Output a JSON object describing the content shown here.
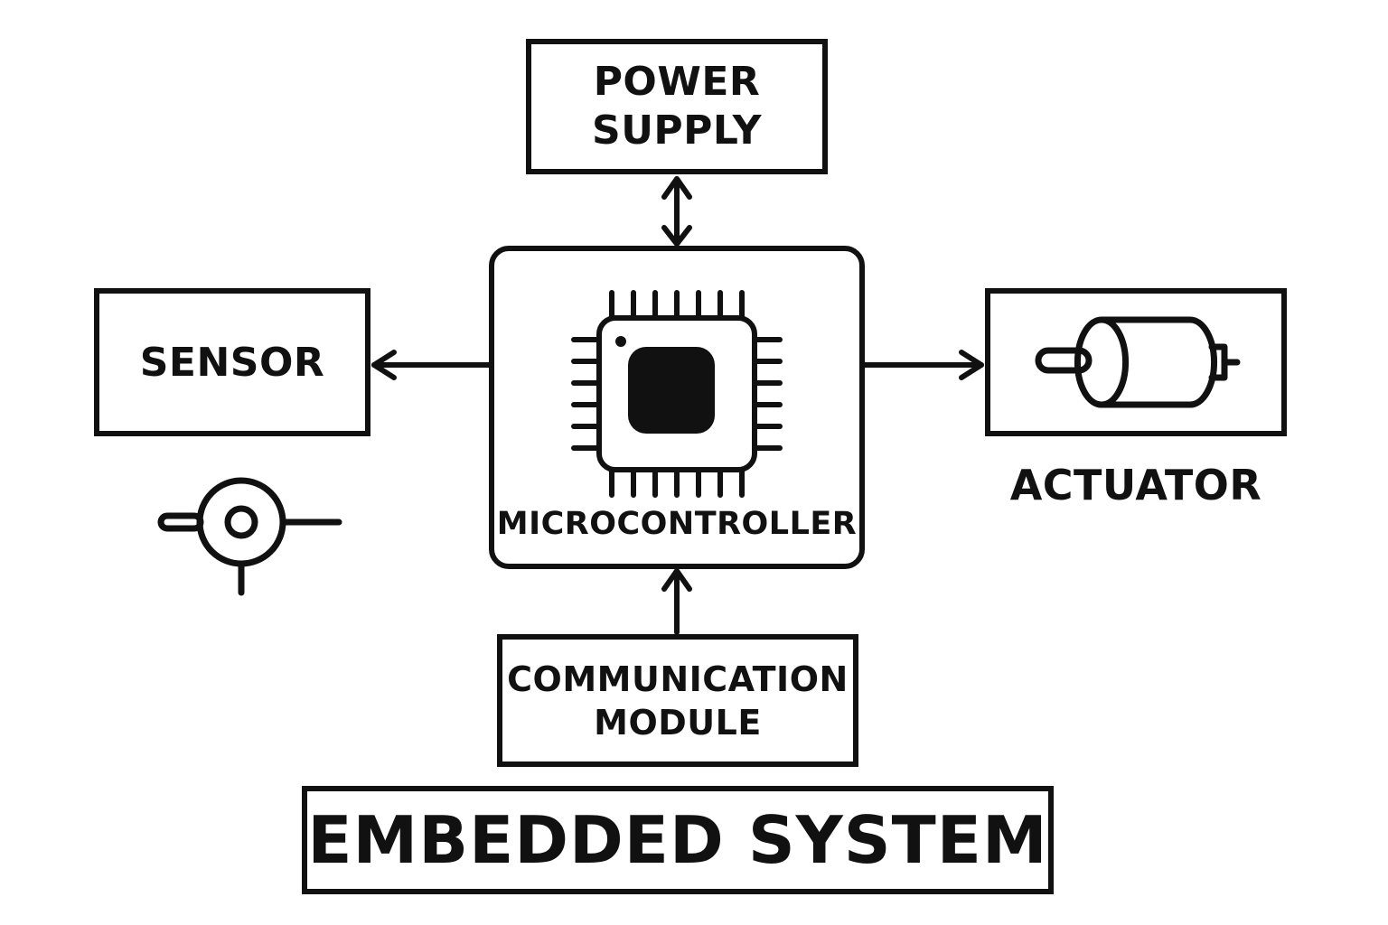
{
  "diagram": {
    "title": "EMBEDDED SYSTEM",
    "blocks": {
      "power_supply": {
        "line1": "POWER",
        "line2": "SUPPLY"
      },
      "sensor": {
        "label": "SENSOR"
      },
      "microcontroller": {
        "label": "MICROCONTROLLER"
      },
      "actuator": {
        "label": "ACTUATOR"
      },
      "communication": {
        "line1": "COMMUNICATION",
        "line2": "MODULE"
      }
    },
    "connections": [
      {
        "from": "microcontroller",
        "to": "power_supply",
        "direction": "bidirectional"
      },
      {
        "from": "microcontroller",
        "to": "sensor",
        "direction": "to-sensor"
      },
      {
        "from": "microcontroller",
        "to": "actuator",
        "direction": "to-actuator"
      },
      {
        "from": "communication",
        "to": "microcontroller",
        "direction": "to-microcontroller"
      }
    ],
    "icons": [
      "chip-icon",
      "motor-icon",
      "sensor-symbol-icon"
    ],
    "colors": {
      "stroke": "#111111",
      "background": "#ffffff"
    }
  }
}
